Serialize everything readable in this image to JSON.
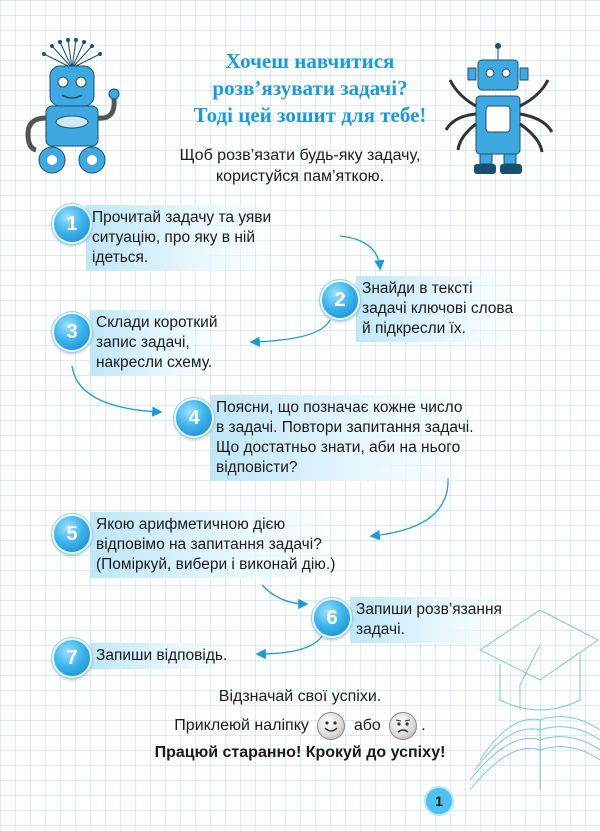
{
  "title": {
    "line1": "Хочеш навчитися",
    "line2": "розв’язувати задачі?",
    "line3": "Тоді цей зошит для тебе!"
  },
  "intro": {
    "line1": "Щоб розв’язати будь-яку задачу,",
    "line2": "користуйся пам’яткою."
  },
  "steps": [
    {
      "num": "1",
      "lines": [
        "Прочитай задачу та уяви",
        "ситуацію, про яку в ній",
        "ідеться."
      ]
    },
    {
      "num": "2",
      "lines": [
        "Знайди в тексті",
        "задачі ключові слова",
        "й підкресли їх."
      ]
    },
    {
      "num": "3",
      "lines": [
        "Склади короткий",
        "запис задачі,",
        "накресли схему."
      ]
    },
    {
      "num": "4",
      "lines": [
        "Поясни, що позначає кожне число",
        "в задачі. Повтори запитання задачі.",
        "Що достатньо знати, аби на нього",
        "відповісти?"
      ]
    },
    {
      "num": "5",
      "lines": [
        "Якою арифметичною дією",
        "відповімо на запитання задачі?",
        "(Поміркуй, вибери і виконай дію.)"
      ]
    },
    {
      "num": "6",
      "lines": [
        "Запиши розв’язання",
        "задачі."
      ]
    },
    {
      "num": "7",
      "lines": [
        "Запиши відповідь."
      ]
    }
  ],
  "footer": {
    "line1": "Відзначай свої успіхи.",
    "line2_before": "Приклеюй наліпку",
    "line2_middle": "або",
    "line3": "Працюй старанно! Крокуй до успіху!"
  },
  "page_number": "1",
  "colors": {
    "accent": "#1b9ad7",
    "badge": "#3db4ec",
    "box": "#bfe6f8"
  }
}
